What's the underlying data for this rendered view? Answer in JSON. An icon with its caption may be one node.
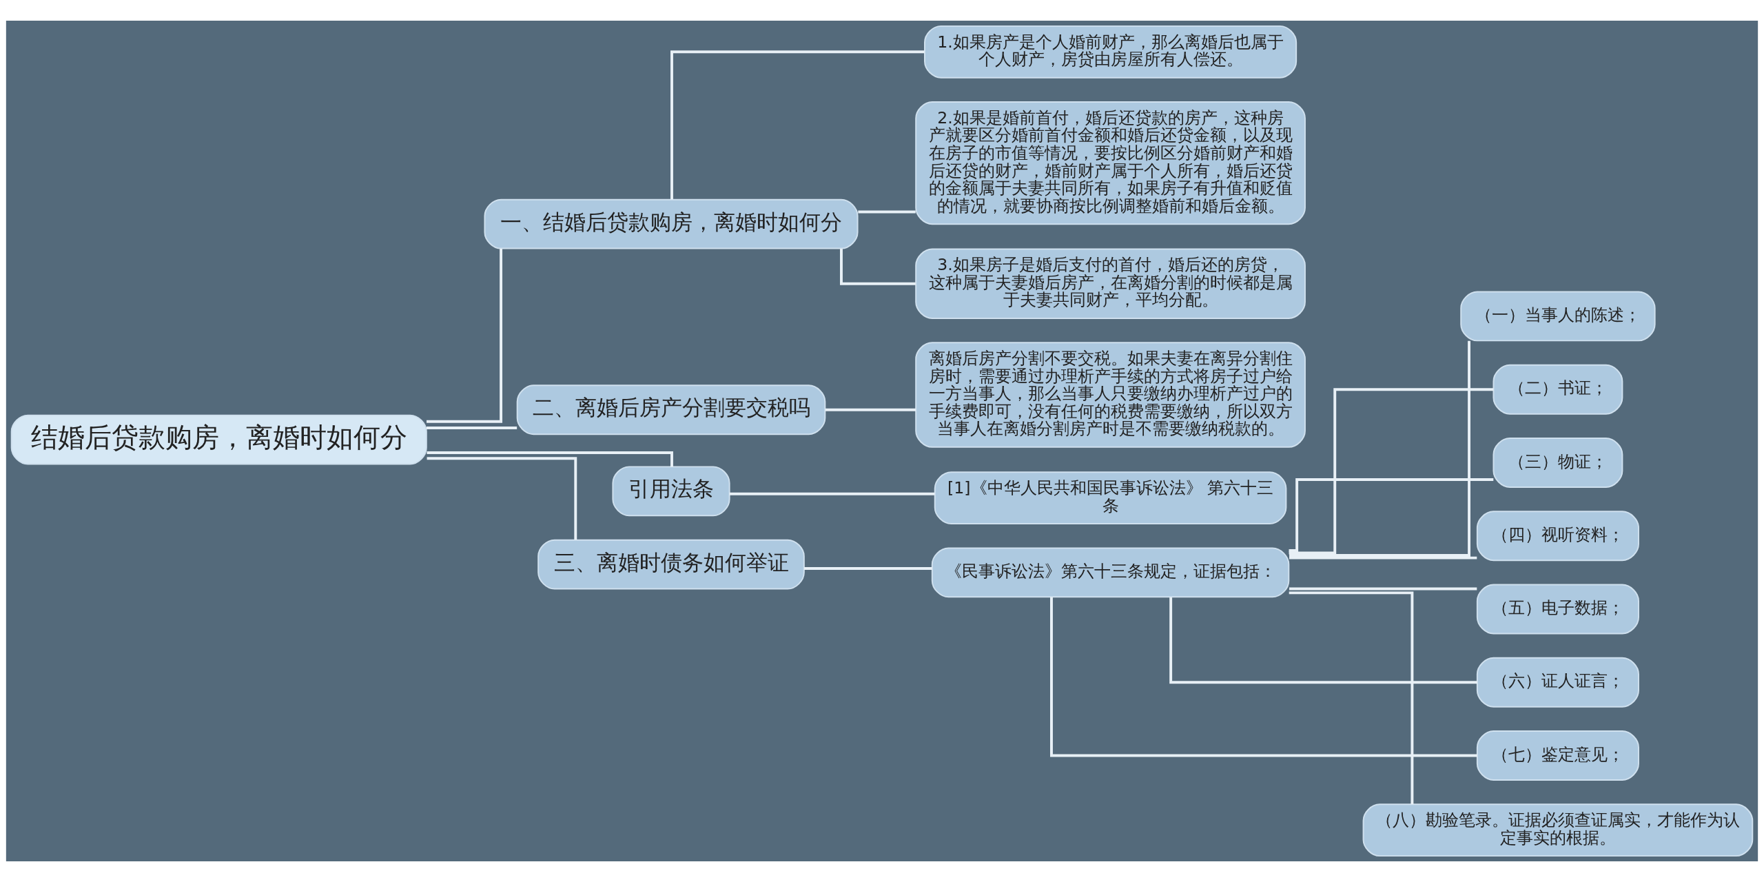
{
  "diagram": {
    "nodes": [
      {
        "text": [
          "结婚后贷款购房，离婚时如何分"
        ]
      },
      {
        "text": [
          "一、结婚后贷款购房，离婚时如何分"
        ]
      },
      {
        "text": [
          "1.如果房产是个人婚前财产，那么离婚后也属于个人财产，房贷由房屋所有人偿还。"
        ]
      },
      {
        "text": [
          "2.如果是婚前首付，婚后还贷款的房产，这种房产就要区分婚前首付金额和婚后还贷金额，以及现在房子的市值等情况，要按比例区分婚前财产和婚后还贷的财产，婚前财产属于个人所有，婚后还贷的金额属于夫妻共同所有，如果房子有升值和贬值的情况，就要协商按比例调整婚前和婚后金额。"
        ]
      },
      {
        "text": [
          "3.如果房子是婚后支付的首付，婚后还的房贷，这种属于夫妻婚后房产，在离婚分割的时候都是属于夫妻共同财产，平均分配。"
        ]
      },
      {
        "text": [
          "二、离婚后房产分割要交税吗"
        ]
      },
      {
        "text": [
          "离婚后房产分割不要交税。如果夫妻在离异分割住房时，需要通过办理析产手续的方式将房子过户给一方当事人，那么当事人只要缴纳办理析产过户的手续费即可，没有任何的税费需要缴纳，所以双方当事人在离婚分割房产时是不需要缴纳税款的。"
        ]
      },
      {
        "text": [
          "引用法条"
        ]
      },
      {
        "text": [
          "[1]《中华人民共和国民事诉讼法》 第六十三条"
        ]
      },
      {
        "text": [
          "三、离婚时债务如何举证"
        ]
      },
      {
        "text": [
          "《民事诉讼法》第六十三条规定，证据包括："
        ]
      },
      {
        "text": [
          "（一）当事人的陈述；"
        ]
      },
      {
        "text": [
          "（二）书证；"
        ]
      },
      {
        "text": [
          "（三）物证；"
        ]
      },
      {
        "text": [
          "（四）视听资料；"
        ]
      },
      {
        "text": [
          "（五）电子数据；"
        ]
      },
      {
        "text": [
          "（六）证人证言；"
        ]
      },
      {
        "text": [
          "（七）鉴定意见；"
        ]
      },
      {
        "text": [
          "（八）勘验笔录。证据必须查证属实，才能作为认定事实的根据。"
        ]
      }
    ],
    "edges": [
      {
        "from": 0,
        "to": 1,
        "arrow": "none"
      },
      {
        "from": 1,
        "to": 2,
        "arrow": "none"
      },
      {
        "from": 1,
        "to": 3,
        "arrow": "none"
      },
      {
        "from": 1,
        "to": 4,
        "arrow": "none"
      },
      {
        "from": 0,
        "to": 5,
        "arrow": "none"
      },
      {
        "from": 5,
        "to": 6,
        "arrow": "none"
      },
      {
        "from": 0,
        "to": 7,
        "arrow": "none"
      },
      {
        "from": 7,
        "to": 8,
        "arrow": "none"
      },
      {
        "from": 0,
        "to": 9,
        "arrow": "none"
      },
      {
        "from": 9,
        "to": 10,
        "arrow": "none"
      },
      {
        "from": 10,
        "to": 11,
        "arrow": "none"
      },
      {
        "from": 10,
        "to": 12,
        "arrow": "none"
      },
      {
        "from": 10,
        "to": 13,
        "arrow": "none"
      },
      {
        "from": 10,
        "to": 14,
        "arrow": "none"
      },
      {
        "from": 10,
        "to": 15,
        "arrow": "none"
      },
      {
        "from": 10,
        "to": 16,
        "arrow": "none"
      },
      {
        "from": 10,
        "to": 17,
        "arrow": "none"
      },
      {
        "from": 10,
        "to": 18,
        "arrow": "none"
      }
    ]
  }
}
